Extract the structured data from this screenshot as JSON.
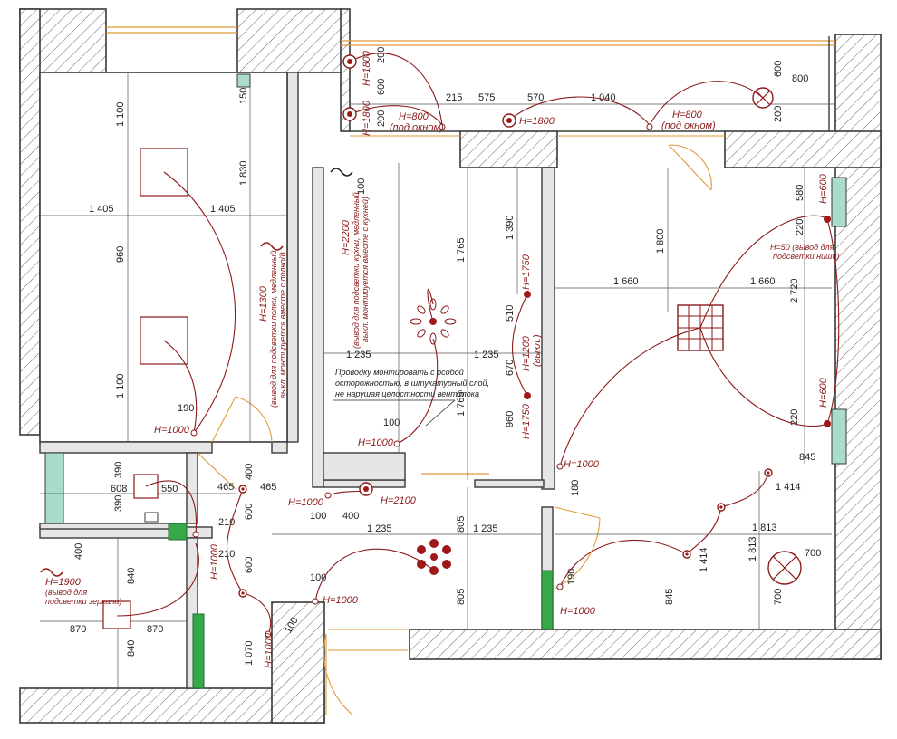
{
  "dimensions": {
    "left_room": {
      "h_1100_top": "1 100",
      "h_1405_a": "1 405",
      "h_1405_b": "1 405",
      "h_1830": "1 830",
      "h_960": "960",
      "h_1100_bot": "1 100",
      "h_150": "150",
      "h_190": "190"
    },
    "kitchen": {
      "d_100": "100",
      "d_1765_a": "1 765",
      "d_1765_b": "1 765",
      "d_1390": "1 390",
      "d_1235_a": "1 235",
      "d_1235_b": "1 235",
      "d_510": "510",
      "d_670": "670",
      "d_960": "960",
      "d_100b": "100"
    },
    "balcony": {
      "d_200a": "200",
      "d_600a": "600",
      "d_200b": "200",
      "d_215": "215",
      "d_575": "575",
      "d_570": "570",
      "d_1040": "1 040",
      "d_600b": "600",
      "d_800": "800",
      "d_200c": "200"
    },
    "right_room": {
      "d_1800": "1 800",
      "d_1660_a": "1 660",
      "d_1660_b": "1 660",
      "d_580": "580",
      "d_220a": "220",
      "d_2720": "2 720",
      "d_220b": "220",
      "d_845a": "845",
      "d_180": "180",
      "d_1414_a": "1 414",
      "d_1813_a": "1 813",
      "d_1813_b": "1 813",
      "d_1414_b": "1 414",
      "d_700_a": "700",
      "d_700_b": "700",
      "d_845b": "845",
      "d_190": "190"
    },
    "hall": {
      "d_465a": "465",
      "d_465b": "465",
      "d_400a": "400",
      "d_600a": "600",
      "d_600b": "600",
      "d_400b": "400",
      "d_1235_a": "1 235",
      "d_1235_b": "1 235",
      "d_805a": "805",
      "d_805b": "805",
      "d_100": "100",
      "d_100b": "100",
      "d_1070": "1 070",
      "d_210a": "210",
      "d_210b": "210",
      "d_100c": "100"
    },
    "bath": {
      "d_390a": "390",
      "d_390b": "390",
      "d_608": "608",
      "d_550": "550",
      "d_400": "400",
      "d_840a": "840",
      "d_840b": "840",
      "d_870a": "870",
      "d_870b": "870"
    }
  },
  "labels": {
    "h1000_left": "H=1000",
    "h1000_kitchen": "H=1000",
    "h1000_hall_left": "H=1000",
    "h2100": "H=2100",
    "h1000_hall_door": "H=1000",
    "h1000_right_room": "H=1000",
    "h1000_right_low": "H=1000",
    "h1000_bath_v": "H=1000",
    "h1000_wc_v": "H=1000",
    "h1800_a": "H=1800",
    "h1800_b": "H=1800",
    "h1800_c": "H=1800",
    "h800_a": "H=800",
    "h800_a_sub": "(под окном)",
    "h800_b": "H=800",
    "h800_b_sub": "(под окном)",
    "h600_a": "H=600",
    "h600_b": "H=600",
    "h50": "H=50 (вывод для",
    "h50_sub": "подсветки ниши)",
    "h1750_a": "H=1750",
    "h1750_b": "H=1750",
    "h1200": "H=1200",
    "h1200_sub": "(выкл.)",
    "h1300": "H=1300",
    "h1300_sub1": "(вывод для подсветки полки, медленный",
    "h1300_sub2": "выкл. монтируется вместе с полкой)",
    "h2200": "H=2200",
    "h2200_sub1": "(вывод для подсветки кухни, медленный",
    "h2200_sub2": "выкл. монтируется вместе с кухней)",
    "h1900": "H=1900",
    "h1900_sub1": "(вывод для",
    "h1900_sub2": "подсветки зеркала)",
    "note1": "Проводку монтировать с особой",
    "note2": "осторожностью, в штукатурный слой,",
    "note3": "не нарушая целостности вентблока"
  }
}
